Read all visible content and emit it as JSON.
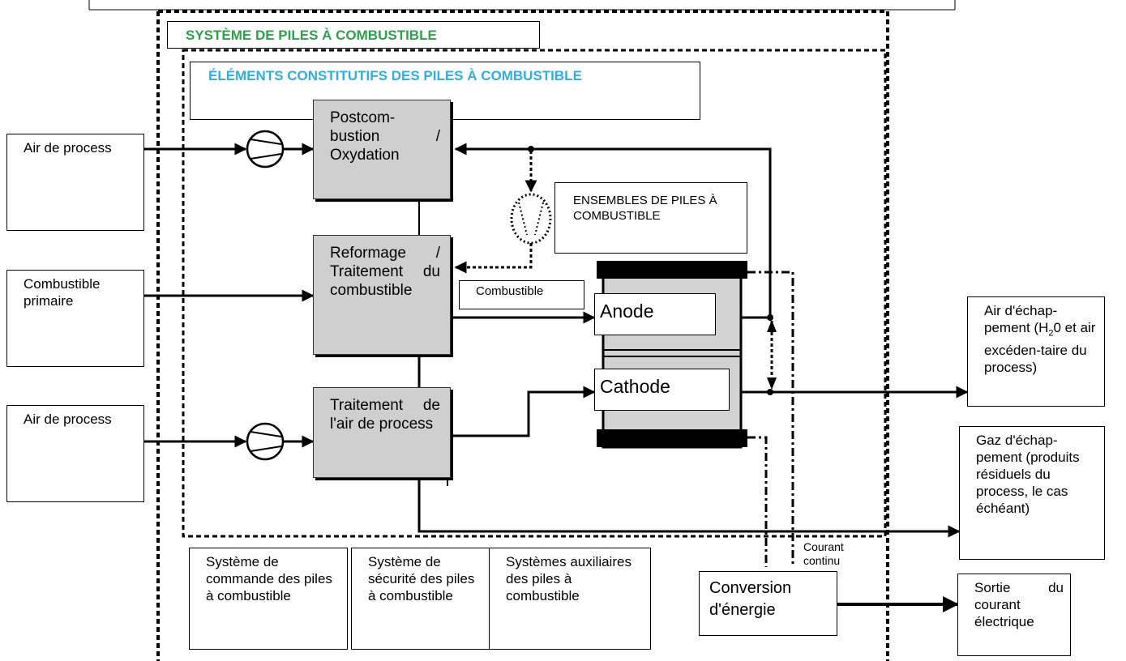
{
  "system_title": "SYSTÈME DE PILES À COMBUSTIBLE",
  "elements_title": "ÉLÉMENTS CONSTITUTIFS DES PILES À COMBUSTIBLE",
  "inputs": {
    "air_top": "Air de process",
    "fuel": "Combustible primaire",
    "air_bottom": "Air de process"
  },
  "process_blocks": {
    "postcombustion": "Postcom-bustion / Oxydation",
    "reformage": "Reformage / Traitement du combustible",
    "air_treatment": "Traitement de l'air de process"
  },
  "stack": {
    "label": "ENSEMBLES DE PILES À COMBUSTIBLE",
    "anode": "Anode",
    "cathode": "Cathode",
    "fuel_label": "Combustible"
  },
  "outputs": {
    "exhaust_air_1": "Air d'échap-pement (H",
    "exhaust_air_sub": "2",
    "exhaust_air_2": "0 et air excéden-taire du process)",
    "exhaust_gas": "Gaz d'échap-pement (produits résiduels du process, le cas échéant)",
    "electric_out": "Sortie du courant électrique"
  },
  "dc_label": "Courant continu",
  "conversion": "Conversion d'énergie",
  "subsystems": {
    "control": "Système de commande des piles à combustible",
    "safety": "Système de sécurité des piles à combustible",
    "auxiliary": "Systèmes auxiliaires des piles à combustible"
  }
}
